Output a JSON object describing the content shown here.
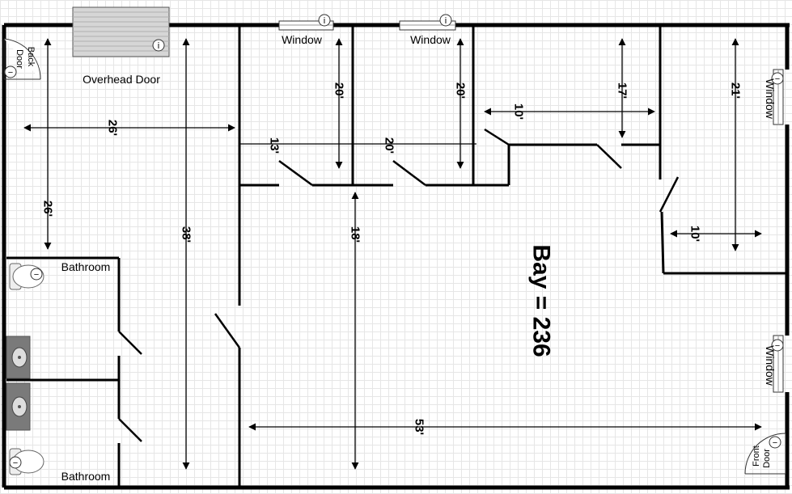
{
  "labels": {
    "overhead_door": "Overhead Door",
    "window_top_1": "Window",
    "window_top_2": "Window",
    "window_right_1": "Window",
    "window_right_2": "Window",
    "back_door_1": "Back",
    "back_door_2": "Door",
    "front_door_1": "Front",
    "front_door_2": "Door",
    "bathroom_top": "Bathroom",
    "bathroom_bottom": "Bathroom",
    "bay": "Bay = 236"
  },
  "dimensions": {
    "d26_horizontal": "26'",
    "d26_vertical": "26'",
    "d38": "38'",
    "d13": "13'",
    "d20_office1": "20'",
    "d20_office2_vertical": "20'",
    "d20_office2_horizontal": "20'",
    "d18": "18'",
    "d10_office3": "10'",
    "d17": "17'",
    "d21": "21'",
    "d10_office4": "10'",
    "d53": "53'"
  },
  "icons": {
    "info": "i",
    "minus": "−"
  }
}
